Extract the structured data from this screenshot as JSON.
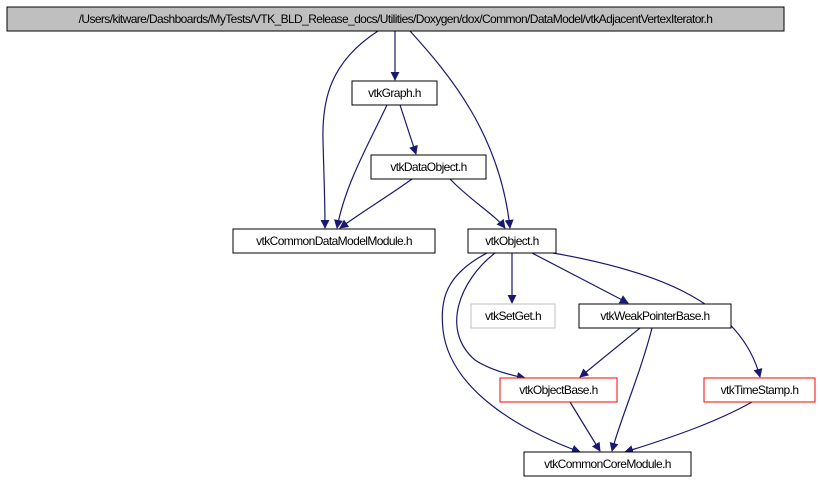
{
  "diagram": {
    "nodes": [
      {
        "id": "root",
        "label": "/Users/kitware/Dashboards/MyTests/VTK_BLD_Release_docs/Utilities/Doxygen/dox/Common/DataModel/vtkAdjacentVertexIterator.h",
        "style": "root"
      },
      {
        "id": "graph",
        "label": "vtkGraph.h",
        "style": "normal"
      },
      {
        "id": "dataobject",
        "label": "vtkDataObject.h",
        "style": "normal"
      },
      {
        "id": "datamodelmodule",
        "label": "vtkCommonDataModelModule.h",
        "style": "normal"
      },
      {
        "id": "object",
        "label": "vtkObject.h",
        "style": "normal"
      },
      {
        "id": "setget",
        "label": "vtkSetGet.h",
        "style": "gray"
      },
      {
        "id": "weakptr",
        "label": "vtkWeakPointerBase.h",
        "style": "normal"
      },
      {
        "id": "objectbase",
        "label": "vtkObjectBase.h",
        "style": "red"
      },
      {
        "id": "timestamp",
        "label": "vtkTimeStamp.h",
        "style": "red"
      },
      {
        "id": "coremodule",
        "label": "vtkCommonCoreModule.h",
        "style": "normal"
      }
    ],
    "edges": [
      {
        "from": "root",
        "to": "graph"
      },
      {
        "from": "root",
        "to": "datamodelmodule"
      },
      {
        "from": "root",
        "to": "object"
      },
      {
        "from": "graph",
        "to": "dataobject"
      },
      {
        "from": "graph",
        "to": "datamodelmodule"
      },
      {
        "from": "dataobject",
        "to": "datamodelmodule"
      },
      {
        "from": "dataobject",
        "to": "object"
      },
      {
        "from": "object",
        "to": "setget"
      },
      {
        "from": "object",
        "to": "weakptr"
      },
      {
        "from": "object",
        "to": "objectbase"
      },
      {
        "from": "object",
        "to": "timestamp"
      },
      {
        "from": "object",
        "to": "coremodule"
      },
      {
        "from": "weakptr",
        "to": "objectbase"
      },
      {
        "from": "weakptr",
        "to": "coremodule"
      },
      {
        "from": "objectbase",
        "to": "coremodule"
      },
      {
        "from": "timestamp",
        "to": "coremodule"
      }
    ],
    "colors": {
      "edge": "#191970",
      "root_fill": "#bfbfbf",
      "node_border": "#000000",
      "gray_border": "#bfbfbf",
      "red_border": "#ff0000",
      "text": "#000000"
    }
  }
}
